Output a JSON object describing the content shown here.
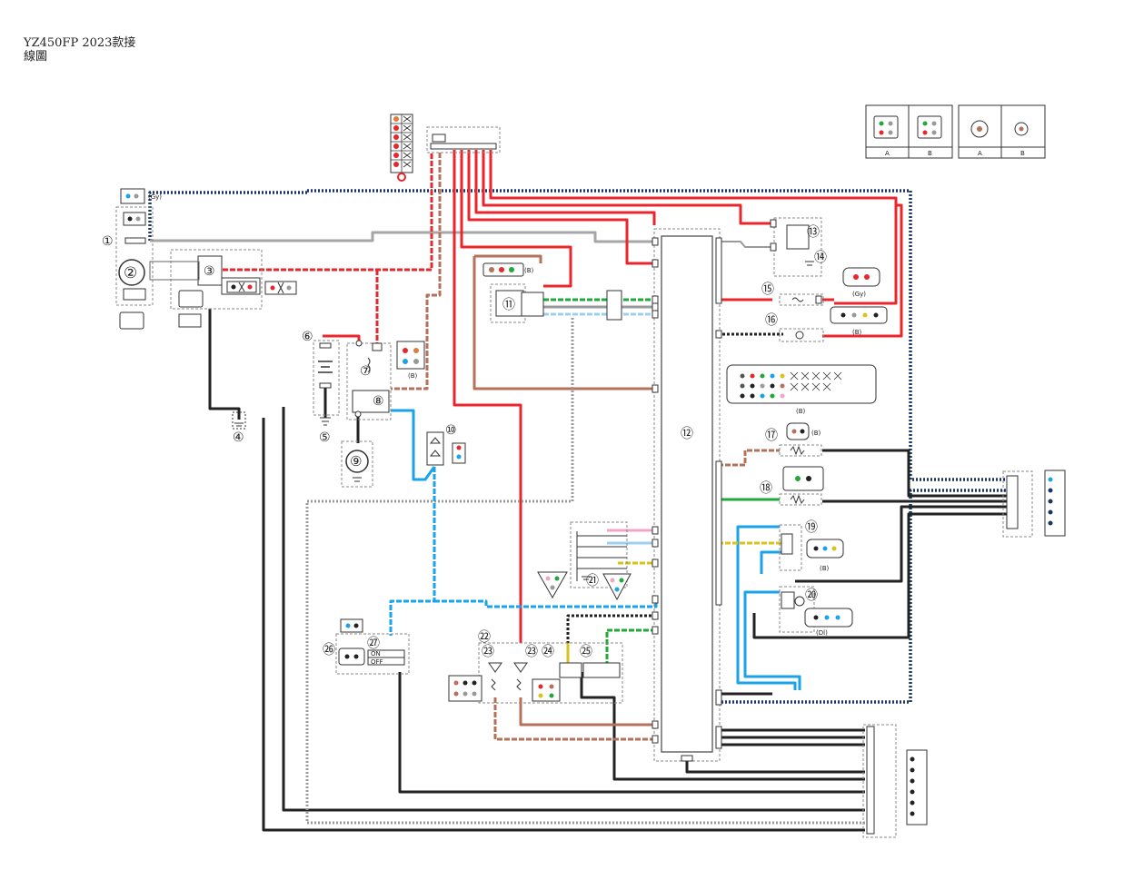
{
  "header": {
    "model": "YZ450FP 2023",
    "suffix": "款接",
    "line2": "線圖"
  },
  "components": [
    "①",
    "②",
    "③",
    "④",
    "⑤",
    "⑥",
    "⑦",
    "⑧",
    "⑨",
    "⑩",
    "⑪",
    "⑫",
    "⑬",
    "⑭",
    "⑮",
    "⑯",
    "⑰",
    "⑱",
    "⑲",
    "⑳",
    "㉑",
    "㉒",
    "㉓",
    "㉓",
    "㉔",
    "㉕",
    "㉖",
    "㉗"
  ],
  "connector_tags": {
    "gy": "(Gy)",
    "b": "(B)",
    "dl": "(Dl)"
  },
  "switch_positions": {
    "on": "ON",
    "off": "OFF"
  },
  "legend": {
    "a": "A",
    "b": "B"
  },
  "colors": {
    "red": "#e8262b",
    "black": "#222222",
    "gray": "#9a9a9a",
    "blue": "#1aa3e8",
    "green": "#22a83a",
    "brown": "#b7705a",
    "pink": "#f2a6c4",
    "yellow": "#d9c21c",
    "sky": "#9dd0ef",
    "orange": "#e07c40",
    "navy": "#1b3566"
  }
}
